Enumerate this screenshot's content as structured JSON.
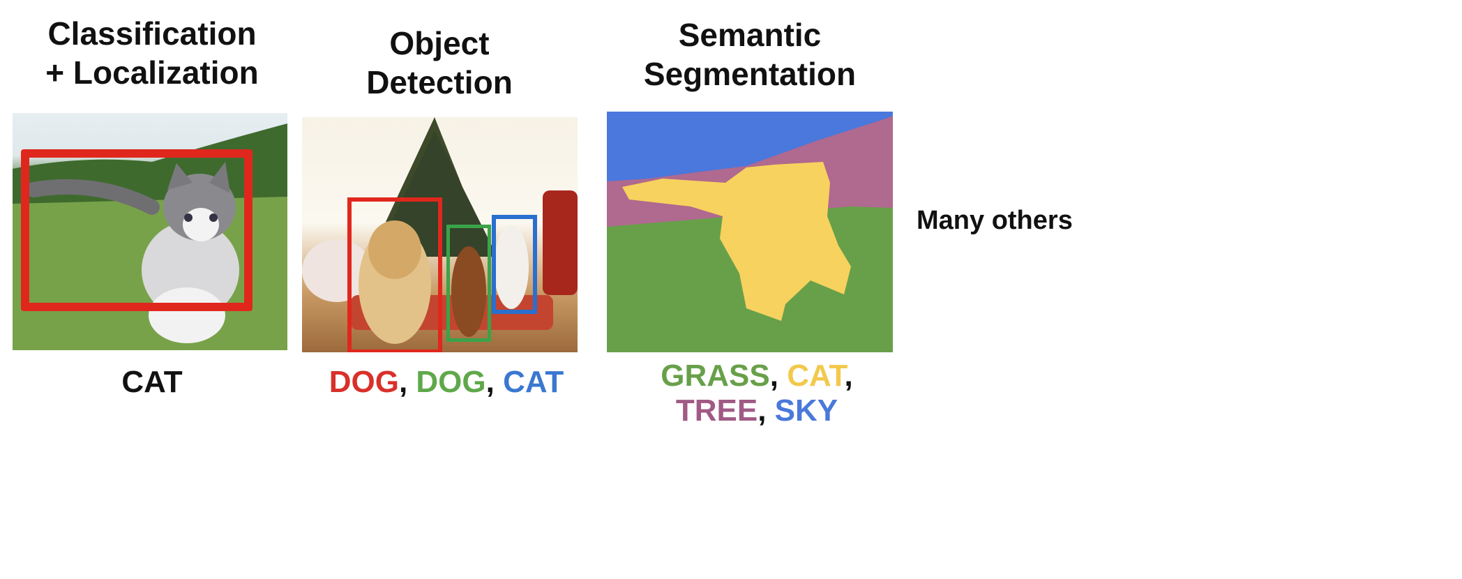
{
  "panels": [
    {
      "title_lines": [
        "Classification",
        "+ Localization"
      ],
      "labels": [
        {
          "text": "CAT"
        }
      ]
    },
    {
      "title_lines": [
        "Object",
        "Detection"
      ],
      "labels": [
        {
          "text": "DOG",
          "color": "#d9302a"
        },
        {
          "text": ", "
        },
        {
          "text": "DOG",
          "color": "#5fa84a"
        },
        {
          "text": ", "
        },
        {
          "text": "CAT",
          "color": "#3a78d0"
        }
      ]
    },
    {
      "title_lines": [
        "Semantic",
        "Segmentation"
      ],
      "label_lines": [
        [
          {
            "text": "GRASS",
            "color": "#68a04a"
          },
          {
            "text": ", "
          },
          {
            "text": "CAT",
            "color": "#f2c94c"
          },
          {
            "text": ","
          }
        ],
        [
          {
            "text": "TREE",
            "color": "#a05a85"
          },
          {
            "text": ", "
          },
          {
            "text": "SKY",
            "color": "#4a78dc"
          }
        ]
      ]
    }
  ],
  "extra": {
    "text": "Many others"
  },
  "colors": {
    "box_red": "#e0271d",
    "box_green": "#3aa34a",
    "box_blue": "#2a6fcf",
    "seg_sky": "#4a78dc",
    "seg_tree": "#b0698f",
    "seg_grass": "#68a04a",
    "seg_cat": "#f7d25e"
  }
}
